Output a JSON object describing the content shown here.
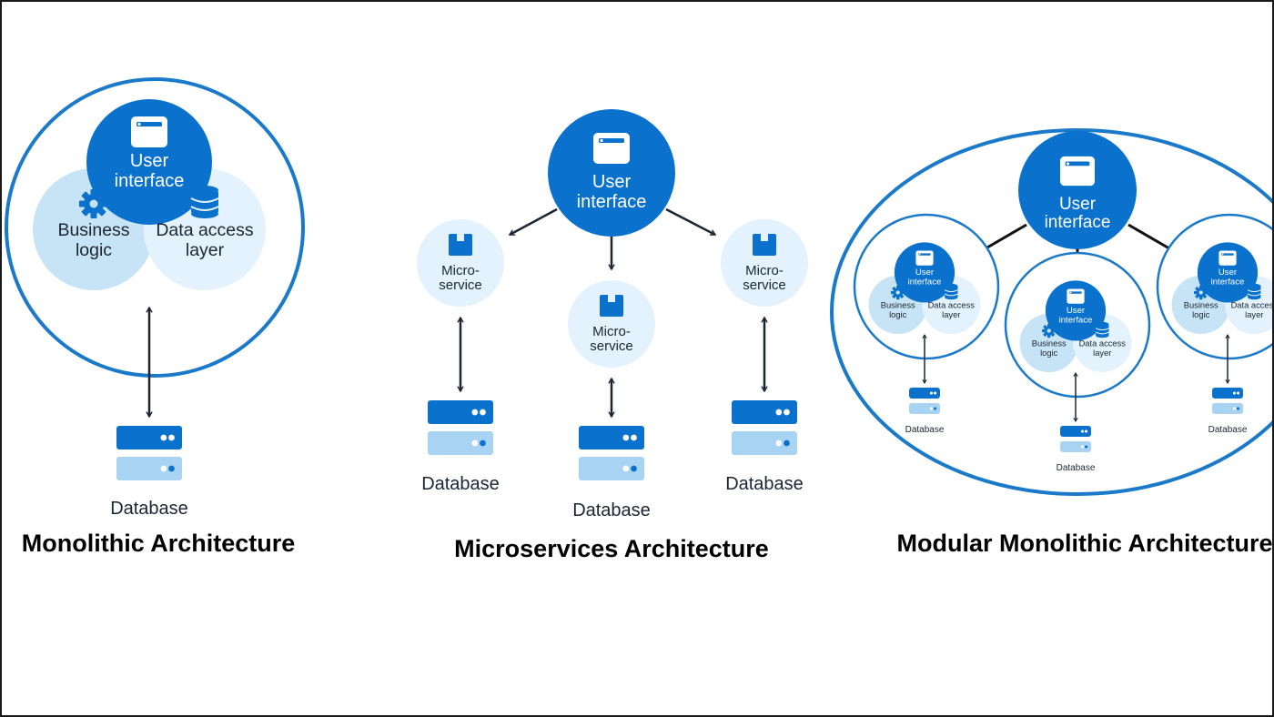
{
  "colors": {
    "dark_blue": "#0a72cc",
    "mid_blue": "#c7e4f7",
    "light_blue": "#e3f2fc",
    "outline": "#1a7ac9",
    "arrow": "#1c2533",
    "db_top": "#0a72cc",
    "db_bottom": "#a9d3f2",
    "text_dark": "#1c2533",
    "text_white": "#ffffff"
  },
  "icons": {
    "ui": "browser-window-icon",
    "business": "gear-icon",
    "data": "database-stack-icon",
    "microservice": "box-icon",
    "database": "server-icon"
  },
  "monolithic": {
    "title": "Monolithic Architecture",
    "ui_line1": "User",
    "ui_line2": "interface",
    "business_line1": "Business",
    "business_line2": "logic",
    "data_line1": "Data access",
    "data_line2": "layer",
    "database": "Database"
  },
  "microservices": {
    "title": "Microservices Architecture",
    "ui_line1": "User",
    "ui_line2": "interface",
    "services": [
      {
        "line1": "Micro-",
        "line2": "service",
        "database": "Database"
      },
      {
        "line1": "Micro-",
        "line2": "service",
        "database": "Database"
      },
      {
        "line1": "Micro-",
        "line2": "service",
        "database": "Database"
      }
    ]
  },
  "modular": {
    "title": "Modular Monolithic Architecture",
    "ui_line1": "User",
    "ui_line2": "interface",
    "modules": [
      {
        "ui_line1": "User",
        "ui_line2": "interface",
        "business_line1": "Business",
        "business_line2": "logic",
        "data_line1": "Data access",
        "data_line2": "layer",
        "database": "Database"
      },
      {
        "ui_line1": "User",
        "ui_line2": "interface",
        "business_line1": "Business",
        "business_line2": "logic",
        "data_line1": "Data access",
        "data_line2": "layer",
        "database": "Database"
      },
      {
        "ui_line1": "User",
        "ui_line2": "interface",
        "business_line1": "Business",
        "business_line2": "logic",
        "data_line1": "Data access",
        "data_line2": "layer",
        "database": "Database"
      }
    ]
  }
}
